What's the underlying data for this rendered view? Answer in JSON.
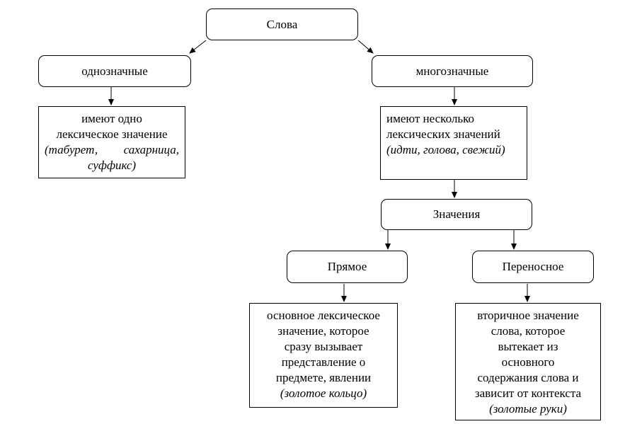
{
  "diagram": {
    "root": {
      "label": "Слова"
    },
    "single": {
      "label": "однозначные",
      "description": {
        "lines": [
          "имеют одно",
          "лексическое значение"
        ],
        "example_lines": [
          "(табурет, сахарница,",
          "суффикс)"
        ]
      }
    },
    "multi": {
      "label": "многозначные",
      "description": {
        "lines": [
          "имеют несколько",
          "лексических значений"
        ],
        "example_lines": [
          "(идти, голова, свежий)"
        ]
      }
    },
    "meanings": {
      "label": "Значения"
    },
    "direct": {
      "label": "Прямое",
      "description": {
        "lines": [
          "основное лексическое",
          "значение, которое",
          "сразу вызывает",
          "представление о",
          "предмете, явлении"
        ],
        "example_lines": [
          "(золотое кольцо)"
        ]
      }
    },
    "figurative": {
      "label": "Переносное",
      "description": {
        "lines": [
          "вторичное значение",
          "слова, которое",
          "вытекает из",
          "основного",
          "содержания слова и",
          "зависит от контекста"
        ],
        "example_lines": [
          "(золотые руки)"
        ]
      }
    }
  }
}
